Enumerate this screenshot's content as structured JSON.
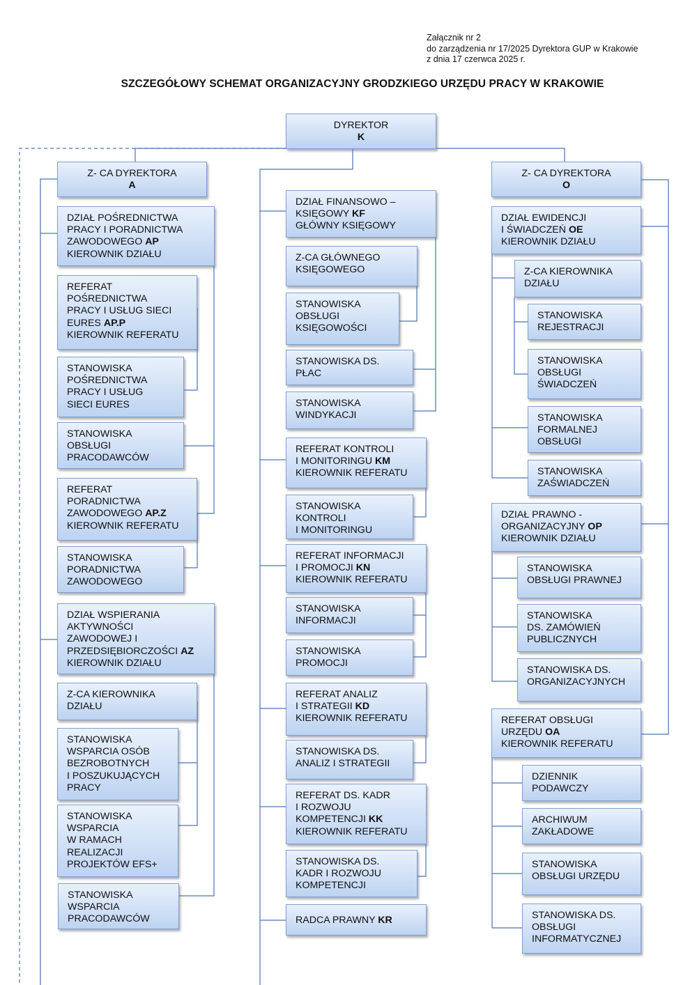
{
  "header": {
    "lines": [
      "Załącznik nr 2",
      "do zarządzenia nr 17/2025 Dyrektora GUP w Krakowie",
      "z dnia 17 czerwca 2025 r."
    ],
    "title": "SZCZEGÓŁOWY SCHEMAT ORGANIZACYJNY GRODZKIEGO URZĘDU PRACY W KRAKOWIE"
  },
  "colors": {
    "box_border": "#7e9fd0",
    "box_top": "#e9f1fc",
    "box_bottom": "#bdd3f1",
    "line": "#4a73b5"
  },
  "boxes": {
    "director": {
      "pre": "DYREKTOR\n",
      "code": "K",
      "post": ""
    },
    "dep_a": {
      "pre": "Z- CA DYREKTORA\n",
      "code": "A",
      "post": ""
    },
    "dep_o": {
      "pre": "Z- CA DYREKTORA\n",
      "code": "O",
      "post": ""
    },
    "ap": {
      "pre": "DZIAŁ POŚREDNICTWA\nPRACY I PORADNICTWA\nZAWODOWEGO ",
      "code": "AP",
      "post": "\nKIEROWNIK DZIAŁU"
    },
    "app": {
      "pre": "REFERAT\nPOŚREDNICTWA\nPRACY I USŁUG SIECI\nEURES ",
      "code": "AP.P",
      "post": "\nKIEROWNIK REFERATU"
    },
    "st_eures": {
      "pre": "STANOWISKA\nPOŚREDNICTWA\nPRACY I USŁUG\nSIECI EURES",
      "code": "",
      "post": ""
    },
    "st_prac": {
      "pre": "STANOWISKA\nOBSŁUGI\nPRACODAWCÓW",
      "code": "",
      "post": ""
    },
    "apz": {
      "pre": "REFERAT\nPORADNICTWA\nZAWODOWEGO ",
      "code": "AP.Z",
      "post": "\nKIEROWNIK REFERATU"
    },
    "st_porad": {
      "pre": "STANOWISKA\nPORADNICTWA\nZAWODOWEGO",
      "code": "",
      "post": ""
    },
    "az": {
      "pre": "DZIAŁ WSPIERANIA\nAKTYWNOŚCI\nZAWODOWEJ I\nPRZEDSIĘBIORCZOŚCI ",
      "code": "AZ",
      "post": "\nKIEROWNIK DZIAŁU"
    },
    "az_zca": {
      "pre": "Z-CA KIEROWNIKA\nDZIAŁU",
      "code": "",
      "post": ""
    },
    "st_bezrob": {
      "pre": "STANOWISKA\nWSPARCIA OSÓB\nBEZROBOTNYCH\nI POSZUKUJĄCYCH\nPRACY",
      "code": "",
      "post": ""
    },
    "st_efs": {
      "pre": "STANOWISKA\nWSPARCIA\nW RAMACH\nREALIZACJI\nPROJEKTÓW EFS+",
      "code": "",
      "post": ""
    },
    "st_wsp_prac": {
      "pre": "STANOWISKA\nWSPARCIA\nPRACODAWCÓW",
      "code": "",
      "post": ""
    },
    "kf": {
      "pre": "DZIAŁ FINANSOWO –\nKSIĘGOWY ",
      "code": "KF",
      "post": "\nGŁÓWNY KSIĘGOWY"
    },
    "kf_zca": {
      "pre": "Z-CA GŁÓWNEGO\nKSIĘGOWEGO",
      "code": "",
      "post": ""
    },
    "st_ksieg": {
      "pre": "STANOWISKA\nOBSŁUGI\nKSIĘGOWOŚCI",
      "code": "",
      "post": ""
    },
    "st_plac": {
      "pre": "STANOWISKA DS.\nPŁAC",
      "code": "",
      "post": ""
    },
    "st_windyk": {
      "pre": "STANOWISKA\nWINDYKACJI",
      "code": "",
      "post": ""
    },
    "km": {
      "pre": "REFERAT KONTROLI\nI MONITORINGU ",
      "code": "KM",
      "post": "\nKIEROWNIK REFERATU"
    },
    "st_kontr": {
      "pre": "STANOWISKA\nKONTROLI\nI MONITORINGU",
      "code": "",
      "post": ""
    },
    "kn": {
      "pre": "REFERAT INFORMACJI\nI PROMOCJI ",
      "code": "KN",
      "post": "\nKIEROWNIK REFERATU"
    },
    "st_inf": {
      "pre": "STANOWISKA\nINFORMACJI",
      "code": "",
      "post": ""
    },
    "st_prom": {
      "pre": "STANOWISKA\nPROMOCJI",
      "code": "",
      "post": ""
    },
    "kd": {
      "pre": "REFERAT ANALIZ\nI STRATEGII ",
      "code": "KD",
      "post": "\nKIEROWNIK REFERATU"
    },
    "st_anal": {
      "pre": "STANOWISKA DS.\nANALIZ I STRATEGII",
      "code": "",
      "post": ""
    },
    "kk": {
      "pre": "REFERAT DS. KADR\nI ROZWOJU\nKOMPETENCJI ",
      "code": "KK",
      "post": "\nKIEROWNIK REFERATU"
    },
    "st_kadr": {
      "pre": "STANOWISKA DS.\nKADR I ROZWOJU\nKOMPETENCJI",
      "code": "",
      "post": ""
    },
    "kr": {
      "pre": "RADCA PRAWNY ",
      "code": "KR",
      "post": ""
    },
    "oe": {
      "pre": "DZIAŁ EWIDENCJI\nI ŚWIADCZEŃ ",
      "code": "OE",
      "post": "\nKIEROWNIK DZIAŁU"
    },
    "oe_zca": {
      "pre": "Z-CA KIEROWNIKA\nDZIAŁU",
      "code": "",
      "post": ""
    },
    "st_rej": {
      "pre": "STANOWISKA\nREJESTRACJI",
      "code": "",
      "post": ""
    },
    "st_swiad": {
      "pre": "STANOWISKA\nOBSŁUGI\nŚWIADCZEŃ",
      "code": "",
      "post": ""
    },
    "st_form": {
      "pre": "STANOWISKA\nFORMALNEJ\nOBSŁUGI",
      "code": "",
      "post": ""
    },
    "st_zasw": {
      "pre": "STANOWISKA\nZAŚWIADCZEŃ",
      "code": "",
      "post": ""
    },
    "op": {
      "pre": "DZIAŁ PRAWNO -\nORGANIZACYJNY ",
      "code": "OP",
      "post": "\nKIEROWNIK DZIAŁU"
    },
    "st_prawn": {
      "pre": "STANOWISKA\nOBSŁUGI PRAWNEJ",
      "code": "",
      "post": ""
    },
    "st_zamow": {
      "pre": "STANOWISKA\nDS. ZAMÓWIEŃ\nPUBLICZNYCH",
      "code": "",
      "post": ""
    },
    "st_org": {
      "pre": "STANOWISKA DS.\nORGANIZACYJNYCH",
      "code": "",
      "post": ""
    },
    "oa": {
      "pre": "REFERAT OBSŁUGI\nURZĘDU ",
      "code": "OA",
      "post": "\nKIEROWNIK REFERATU"
    },
    "dziennik": {
      "pre": "DZIENNIK\nPODAWCZY",
      "code": "",
      "post": ""
    },
    "archiwum": {
      "pre": "ARCHIWUM\nZAKŁADOWE",
      "code": "",
      "post": ""
    },
    "st_urzedu": {
      "pre": "STANOWISKA\nOBSŁUGI URZĘDU",
      "code": "",
      "post": ""
    },
    "st_informat": {
      "pre": "STANOWISKA DS.\nOBSŁUGI\nINFORMATYCZNEJ",
      "code": "",
      "post": ""
    }
  }
}
